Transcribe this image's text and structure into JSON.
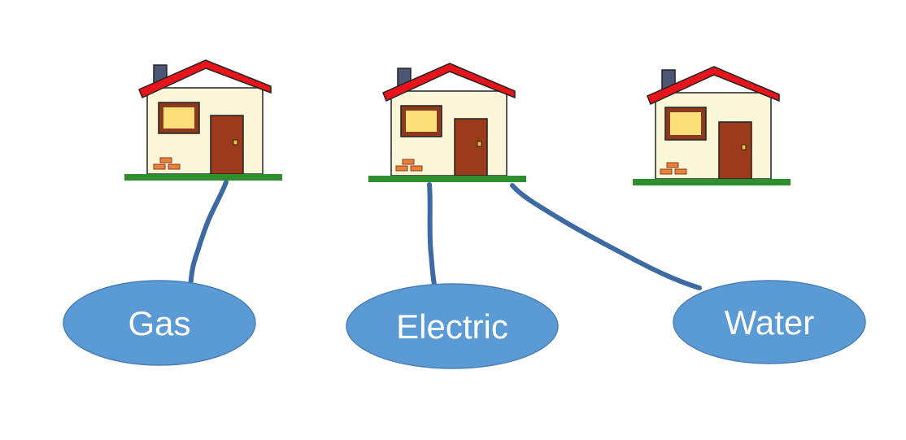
{
  "colors": {
    "background": "#ffffff",
    "house_wall": "#fdf7d9",
    "roof": "#e8141c",
    "chimney": "#4a5673",
    "window_frame": "#8b3a1e",
    "window_glass": "#fbe07a",
    "door": "#9c3a1c",
    "doorknob": "#f2c230",
    "bricks": "#e8823a",
    "ground": "#2f8f2f",
    "pipe": "#3d6aa3",
    "bubble_fill": "#5b9bd5",
    "bubble_stroke": "#4a7fb5",
    "label_text": "#ffffff"
  },
  "houses": [
    {
      "name": "house-1"
    },
    {
      "name": "house-2"
    },
    {
      "name": "house-3"
    }
  ],
  "utilities": [
    {
      "label": "Gas"
    },
    {
      "label": "Electric"
    },
    {
      "label": "Water"
    }
  ],
  "connections": [
    {
      "from": "house-1",
      "to": "Gas"
    },
    {
      "from": "house-2",
      "to": "Electric"
    },
    {
      "from": "house-2",
      "to": "Water"
    }
  ]
}
